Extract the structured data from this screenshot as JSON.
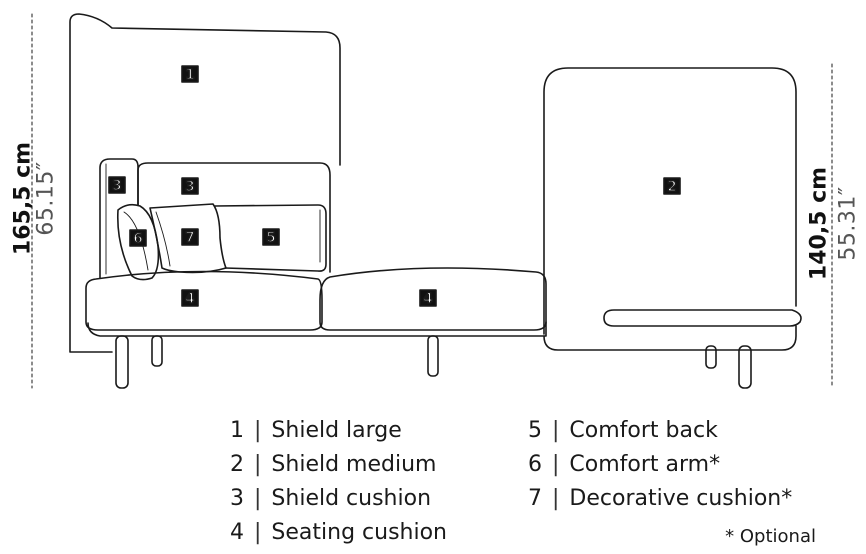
{
  "dimensions": {
    "left": {
      "cm": "165,5 cm",
      "inch": "65.15″"
    },
    "right": {
      "cm": "140,5 cm",
      "inch": "55.31″"
    }
  },
  "tags": {
    "shield_large": "1",
    "shield_medium": "2",
    "shield_cushion_arm": "3",
    "shield_cushion_back": "3",
    "comfort_back": "5",
    "comfort_arm": "6",
    "decorative_cushion": "7",
    "seating_cushion_left": "4",
    "seating_cushion_middle": "4"
  },
  "legend": {
    "separator": "|",
    "left_items": [
      {
        "num": "1",
        "label": "Shield large"
      },
      {
        "num": "2",
        "label": "Shield medium"
      },
      {
        "num": "3",
        "label": "Shield cushion"
      },
      {
        "num": "4",
        "label": "Seating cushion"
      }
    ],
    "right_items": [
      {
        "num": "5",
        "label": "Comfort back"
      },
      {
        "num": "6",
        "label": "Comfort arm*"
      },
      {
        "num": "7",
        "label": "Decorative cushion*"
      }
    ],
    "note": "* Optional"
  }
}
